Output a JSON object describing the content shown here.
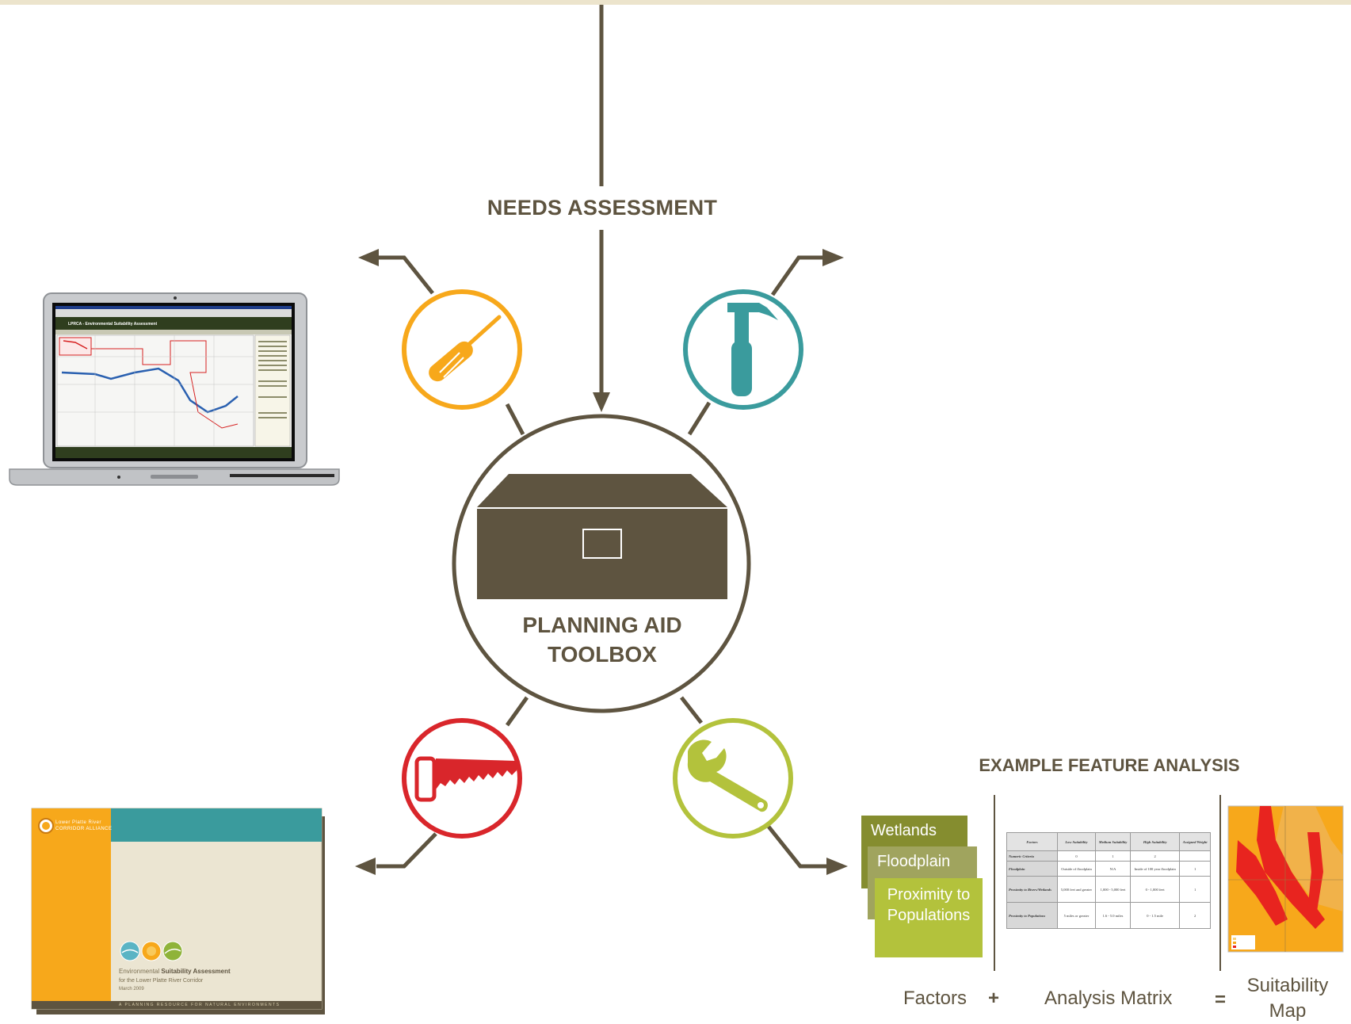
{
  "labels": {
    "needs_assessment": "NEEDS ASSESSMENT",
    "toolbox_line1": "PLANNING AID",
    "toolbox_line2": "TOOLBOX",
    "example_feature_analysis": "EXAMPLE FEATURE ANALYSIS"
  },
  "tools": [
    {
      "name": "screwdriver",
      "icon": "screwdriver-icon",
      "color": "#f7a81b"
    },
    {
      "name": "hammer",
      "icon": "hammer-icon",
      "color": "#3a9b9d"
    },
    {
      "name": "saw",
      "icon": "saw-icon",
      "color": "#d9262b"
    },
    {
      "name": "wrench",
      "icon": "wrench-icon",
      "color": "#b3c23c"
    }
  ],
  "colors": {
    "brown": "#5e5440",
    "orange": "#f7a81b",
    "teal": "#3a9b9d",
    "red": "#d9262b",
    "green": "#b3c23c"
  },
  "factors": [
    "Wetlands",
    "Floodplain",
    "Proximity to Populations"
  ],
  "equation": {
    "factors": "Factors",
    "plus": "+",
    "matrix": "Analysis Matrix",
    "equals": "=",
    "result_line1": "Suitability",
    "result_line2": "Map"
  },
  "matrix": {
    "headers": [
      "Factors",
      "Low Suitability",
      "Medium Suitability",
      "High Suitability",
      "Assigned Weight"
    ],
    "rows": [
      [
        "Numeric Criteria",
        "0",
        "1",
        "2",
        ""
      ],
      [
        "Floodplain",
        "Outside of floodplain",
        "N/A",
        "Inside of 100 year floodplain",
        "1"
      ],
      [
        "Proximity to Rivers/Wetlands",
        "5,000 feet and greater",
        "1,000 - 5,000 feet",
        "0 - 1,000 feet",
        "1"
      ],
      [
        "Proximity to Populations",
        "5 miles or greater",
        "1.6 - 5.0 miles",
        "0 - 1.5 mile",
        "2"
      ]
    ]
  },
  "laptop": {
    "app_title": "LPRCA - Environmental Suitability Assessment"
  },
  "report": {
    "org_line1": "Lower Platte River",
    "org_line2": "CORRIDOR ALLIANCE",
    "title_prefix": "Environmental",
    "title_bold": "Suitability Assessment",
    "subtitle": "for the Lower Platte River Corridor",
    "date": "March 2009",
    "footer": "A PLANNING RESOURCE FOR NATURAL ENVIRONMENTS"
  }
}
